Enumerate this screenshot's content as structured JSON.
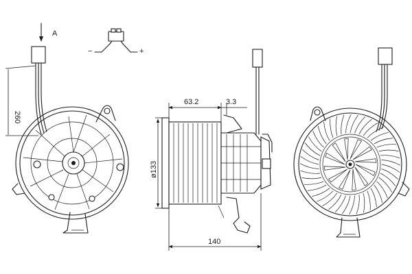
{
  "labels": {
    "view_arrow": "A",
    "minus": "−",
    "plus": "+",
    "cable_length": "260",
    "depth_housing": "63.2",
    "depth_gap": "3.3",
    "diameter": "ø133",
    "overall_length": "140"
  },
  "colors": {
    "line": "#1a1a1a",
    "background": "#ffffff"
  }
}
